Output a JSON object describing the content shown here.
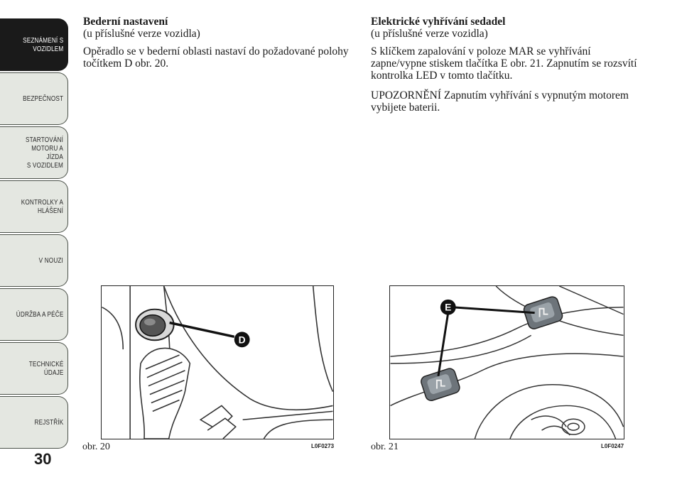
{
  "sidebar": {
    "tabs": [
      {
        "label": "SEZNÁMENÍ S\nVOZIDLEM",
        "active": true
      },
      {
        "label": "BEZPEČNOST",
        "active": false
      },
      {
        "label": "STARTOVÁNÍ\nMOTORU A JÍZDA\nS VOZIDLEM",
        "active": false
      },
      {
        "label": "KONTROLKY A\nHLÁŠENÍ",
        "active": false
      },
      {
        "label": "V NOUZI",
        "active": false
      },
      {
        "label": "ÚDRŽBA A PÉČE",
        "active": false
      },
      {
        "label": "TECHNICKÉ\nÚDAJE",
        "active": false
      },
      {
        "label": "REJSTŘÍK",
        "active": false
      }
    ]
  },
  "page_number": "30",
  "left": {
    "heading": "Bederní nastavení",
    "subheading": "(u příslušné verze vozidla)",
    "paragraph": "Opěradlo se v bederní oblasti nastaví do požadované polohy točítkem D obr. 20."
  },
  "right": {
    "heading": "Elektrické vyhřívání sedadel",
    "subheading": "(u příslušné verze vozidla)",
    "paragraph1": "S klíčkem zapalování v poloze MAR se vyhřívání zapne/vypne stiskem tlačítka E obr. 21. Zapnutím se rozsvítí kontrolka LED v tomto tlačítku.",
    "paragraph2": "UPOZORNĚNÍ Zapnutím vyhřívání s vypnutým motorem vybijete baterii."
  },
  "figures": [
    {
      "caption": "obr. 20",
      "code": "L0F0273",
      "callout": "D"
    },
    {
      "caption": "obr. 21",
      "code": "L0F0247",
      "callout": "E"
    }
  ]
}
